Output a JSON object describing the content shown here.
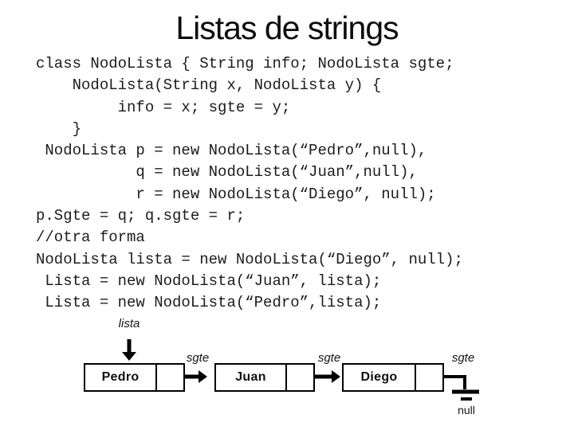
{
  "slide": {
    "title": "Listas de strings",
    "code_lines": [
      "class NodoLista { String info; NodoLista sgte;",
      "    NodoLista(String x, NodoLista y) {",
      "         info = x; sgte = y;",
      "    }",
      " NodoLista p = new NodoLista(“Pedro”,null),",
      "           q = new NodoLista(“Juan”,null),",
      "           r = new NodoLista(“Diego”, null);",
      "p.Sgte = q; q.sgte = r;",
      "//otra forma",
      "NodoLista lista = new NodoLista(“Diego”, null);",
      " Lista = new NodoLista(“Juan”, lista);",
      " Lista = new NodoLista(“Pedro”,lista);"
    ]
  },
  "diagram": {
    "pointer_label": "lista",
    "null_label": "null",
    "nodes": [
      {
        "name": "Pedro",
        "link_label": "sgte"
      },
      {
        "name": "Juan",
        "link_label": "sgte"
      },
      {
        "name": "Diego",
        "link_label": "sgte"
      }
    ]
  },
  "colors": {
    "background": "#ffffff",
    "text": "#0d0d0d",
    "line": "#000000"
  }
}
